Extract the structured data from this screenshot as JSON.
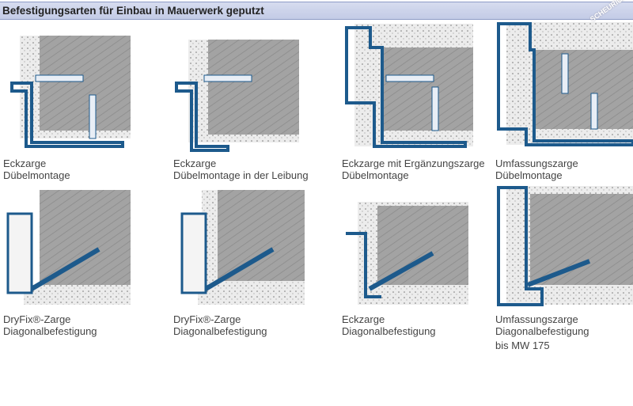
{
  "header": {
    "title": "Befestigungsarten für Einbau in Mauerwerk geputzt",
    "watermark": "SCHEURICH"
  },
  "figures": [
    {
      "line1": "Eckzarge",
      "line2": "Dübelmontage"
    },
    {
      "line1": "Eckzarge",
      "line2": "Dübelmontage in der Leibung"
    },
    {
      "line1": "Eckzarge mit Ergänzungszarge",
      "line2": "Dübelmontage"
    },
    {
      "line1": "Umfassungszarge",
      "line2": "Dübelmontage"
    },
    {
      "line1": "DryFix®-Zarge",
      "line2": "Diagonalbefestigung"
    },
    {
      "line1": "DryFix®-Zarge",
      "line2": "Diagonalbefestigung"
    },
    {
      "line1": "Eckzarge",
      "line2": "Diagonalbefestigung"
    },
    {
      "line1": "Umfassungszarge",
      "line2": "Diagonalbefestigung",
      "line3": "bis MW 175"
    }
  ],
  "colors": {
    "frame": "#1d5a8c",
    "wall": "#9a9a9a",
    "plaster": "#e6e6e6"
  }
}
